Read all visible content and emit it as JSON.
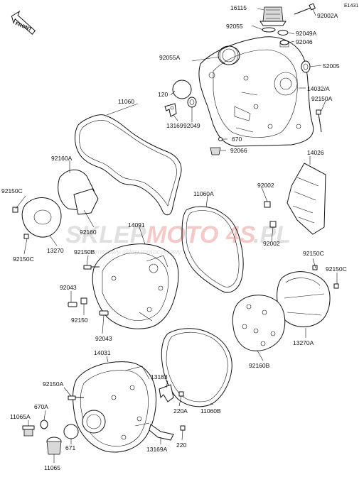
{
  "diagram_code": "E1431",
  "direction_label": "FRONT",
  "watermark": {
    "brand_a": "SKLEP",
    "brand_b": "MOTO",
    "brand_c": "4S",
    "brand_d": ".PL",
    "tagline": "internetowy sklep motocyklowy"
  },
  "colors": {
    "line": "#111111",
    "watermark_grey": "#c8c8c8",
    "watermark_red": "#e8a0a0"
  },
  "parts": [
    {
      "id": "p1",
      "label": "16115"
    },
    {
      "id": "p2",
      "label": "92002A"
    },
    {
      "id": "p3",
      "label": "92055"
    },
    {
      "id": "p4",
      "label": "92049A"
    },
    {
      "id": "p5",
      "label": "92046"
    },
    {
      "id": "p6",
      "label": "92055A"
    },
    {
      "id": "p7",
      "label": "52005"
    },
    {
      "id": "p8",
      "label": "14032/A"
    },
    {
      "id": "p9",
      "label": "120"
    },
    {
      "id": "p10",
      "label": "11060"
    },
    {
      "id": "p11",
      "label": "92150A"
    },
    {
      "id": "p12",
      "label": "13169"
    },
    {
      "id": "p13",
      "label": "92049"
    },
    {
      "id": "p14",
      "label": "670"
    },
    {
      "id": "p15",
      "label": "92066"
    },
    {
      "id": "p16",
      "label": "14026"
    },
    {
      "id": "p17",
      "label": "92160A"
    },
    {
      "id": "p18",
      "label": "11060A"
    },
    {
      "id": "p19",
      "label": "92002"
    },
    {
      "id": "p20",
      "label": "92150C"
    },
    {
      "id": "p21",
      "label": "14091"
    },
    {
      "id": "p22",
      "label": "92160"
    },
    {
      "id": "p23",
      "label": "92002"
    },
    {
      "id": "p24",
      "label": "13270"
    },
    {
      "id": "p25",
      "label": "92150B"
    },
    {
      "id": "p26",
      "label": "92150C"
    },
    {
      "id": "p27",
      "label": "92150C"
    },
    {
      "id": "p28",
      "label": "92150C"
    },
    {
      "id": "p29",
      "label": "92043"
    },
    {
      "id": "p30",
      "label": "92150"
    },
    {
      "id": "p31",
      "label": "92043"
    },
    {
      "id": "p32",
      "label": "13270A"
    },
    {
      "id": "p33",
      "label": "14031"
    },
    {
      "id": "p34",
      "label": "92160B"
    },
    {
      "id": "p35",
      "label": "13183"
    },
    {
      "id": "p36",
      "label": "92150A"
    },
    {
      "id": "p37",
      "label": "670A"
    },
    {
      "id": "p38",
      "label": "220A"
    },
    {
      "id": "p39",
      "label": "11065A"
    },
    {
      "id": "p40",
      "label": "11060B"
    },
    {
      "id": "p41",
      "label": "671"
    },
    {
      "id": "p42",
      "label": "220"
    },
    {
      "id": "p43",
      "label": "13169A"
    },
    {
      "id": "p44",
      "label": "11065"
    }
  ]
}
